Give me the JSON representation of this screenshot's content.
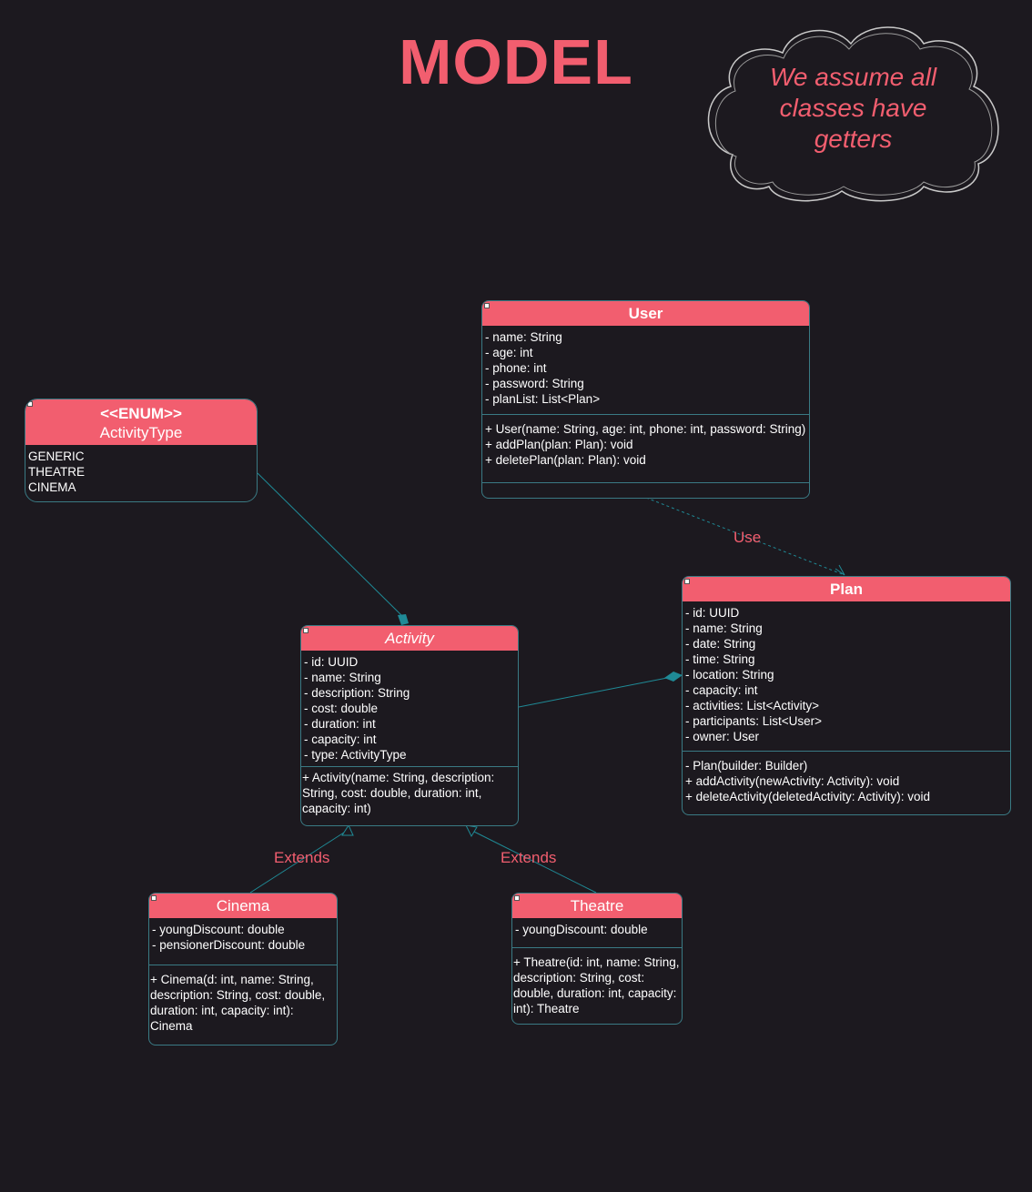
{
  "title": "MODEL",
  "note": {
    "text": "We assume all classes have getters"
  },
  "colors": {
    "background": "#1c191f",
    "accent": "#f25e6f",
    "border": "#3a7a84",
    "connector": "#1f8a96"
  },
  "relations": {
    "use_label": "Use",
    "extends_cinema_label": "Extends",
    "extends_theatre_label": "Extends"
  },
  "classes": {
    "activity_type": {
      "stereotype": "<<ENUM>>",
      "name": "ActivityType",
      "values": [
        "GENERIC",
        "THEATRE",
        "CINEMA"
      ]
    },
    "user": {
      "name": "User",
      "attributes": [
        "- name: String",
        "- age: int",
        "- phone: int",
        "- password: String",
        "- planList: List<Plan>"
      ],
      "methods": [
        "+ User(name: String, age: int, phone: int, password: String)",
        "+ addPlan(plan: Plan): void",
        "+ deletePlan(plan: Plan): void"
      ]
    },
    "activity": {
      "name": "Activity",
      "attributes": [
        "- id: UUID",
        "- name: String",
        "- description: String",
        "- cost: double",
        "- duration: int",
        "- capacity: int",
        "- type: ActivityType"
      ],
      "methods": [
        "+ Activity(name: String, description: String, cost: double, duration: int, capacity: int)"
      ]
    },
    "plan": {
      "name": "Plan",
      "attributes": [
        "- id: UUID",
        "- name: String",
        "- date: String",
        "- time: String",
        "- location: String",
        "- capacity: int",
        "- activities: List<Activity>",
        "- participants: List<User>",
        "- owner: User"
      ],
      "methods": [
        "- Plan(builder: Builder)",
        "+ addActivity(newActivity: Activity): void",
        "+ deleteActivity(deletedActivity: Activity): void"
      ]
    },
    "cinema": {
      "name": "Cinema",
      "attributes": [
        "- youngDiscount: double",
        "- pensionerDiscount: double"
      ],
      "methods": [
        "+ Cinema(d: int, name: String, description: String, cost: double, duration: int, capacity: int): Cinema"
      ]
    },
    "theatre": {
      "name": "Theatre",
      "attributes": [
        "- youngDiscount: double"
      ],
      "methods": [
        "+ Theatre(id: int, name: String, description: String, cost: double, duration: int, capacity: int): Theatre"
      ]
    }
  }
}
